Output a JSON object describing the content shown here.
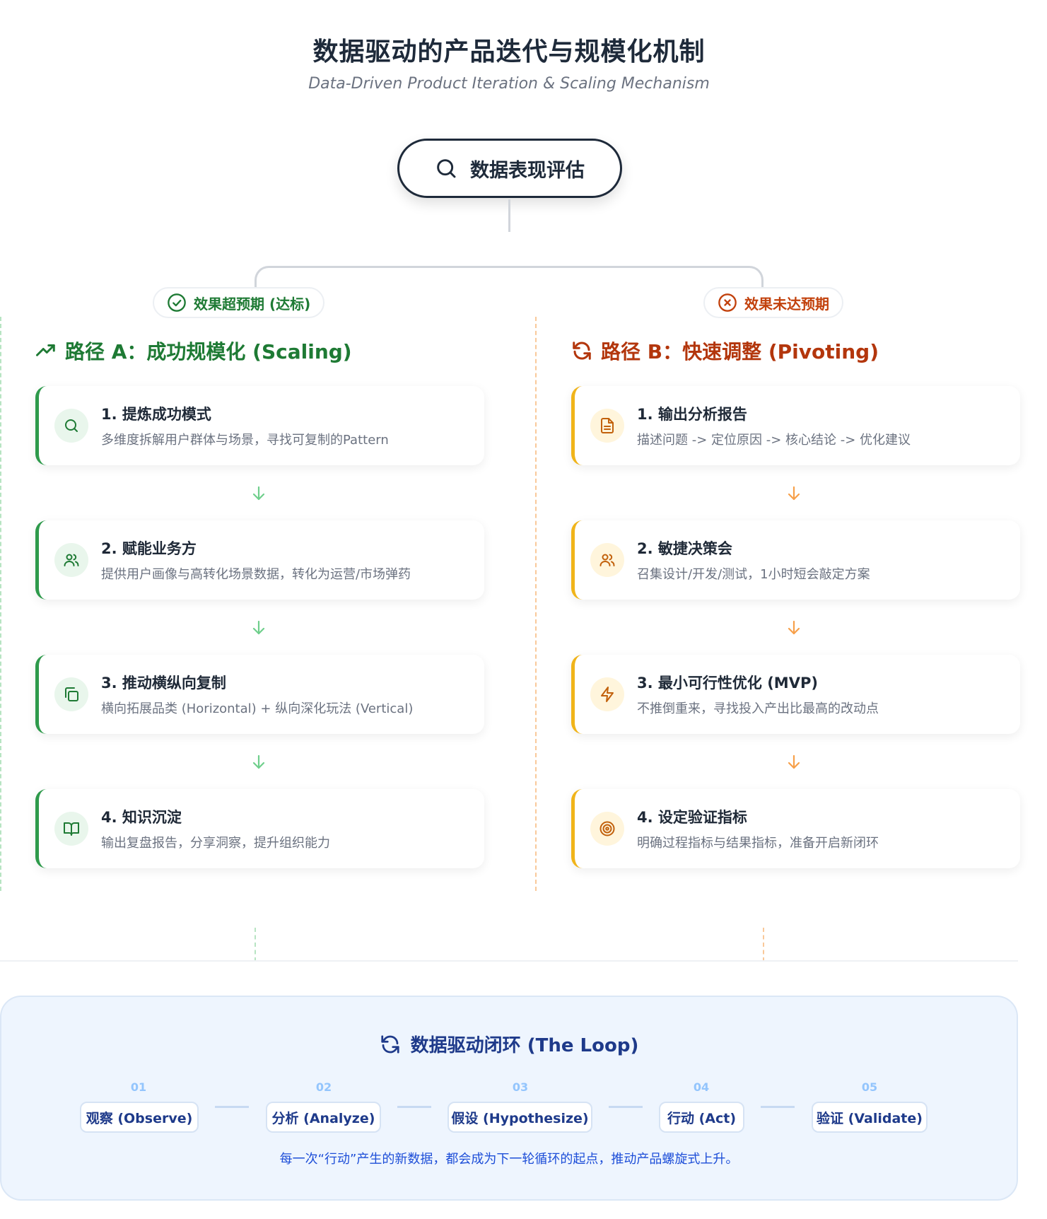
{
  "header": {
    "title": "数据驱动的产品迭代与规模化机制",
    "subtitle": "Data-Driven Product Iteration & Scaling Mechanism"
  },
  "root": {
    "label": "数据表现评估",
    "icon": "search-icon"
  },
  "colors": {
    "green": "#2e9a4b",
    "green_text": "#1e7a34",
    "orange": "#f0b41a",
    "orange_text": "#b3360c",
    "navy": "#1e2a3a",
    "blue": "#1e3a8a"
  },
  "path_a": {
    "badge": "效果超预期 (达标)",
    "badge_icon": "check-circle-icon",
    "title": "路径 A：成功规模化 (Scaling)",
    "title_icon": "trending-up-icon",
    "steps": [
      {
        "title": "1. 提炼成功模式",
        "desc": "多维度拆解用户群体与场景，寻找可复制的Pattern",
        "icon": "search-icon"
      },
      {
        "title": "2. 赋能业务方",
        "desc": "提供用户画像与高转化场景数据，转化为运营/市场弹药",
        "icon": "users-icon"
      },
      {
        "title": "3. 推动横纵向复制",
        "desc": "横向拓展品类 (Horizontal) + 纵向深化玩法 (Vertical)",
        "icon": "copy-icon"
      },
      {
        "title": "4. 知识沉淀",
        "desc": "输出复盘报告，分享洞察，提升组织能力",
        "icon": "book-open-icon"
      }
    ]
  },
  "path_b": {
    "badge": "效果未达预期",
    "badge_icon": "x-circle-icon",
    "title": "路径 B：快速调整 (Pivoting)",
    "title_icon": "refresh-icon",
    "steps": [
      {
        "title": "1. 输出分析报告",
        "desc": "描述问题 -> 定位原因 -> 核心结论 -> 优化建议",
        "icon": "file-text-icon"
      },
      {
        "title": "2. 敏捷决策会",
        "desc": "召集设计/开发/测试，1小时短会敲定方案",
        "icon": "users-icon"
      },
      {
        "title": "3. 最小可行性优化 (MVP)",
        "desc": "不推倒重来，寻找投入产出比最高的改动点",
        "icon": "zap-icon"
      },
      {
        "title": "4. 设定验证指标",
        "desc": "明确过程指标与结果指标，准备开启新闭环",
        "icon": "target-icon"
      }
    ]
  },
  "loop": {
    "title": "数据驱动闭环 (The Loop)",
    "title_icon": "refresh-icon",
    "steps": [
      {
        "num": "01",
        "label": "观察 (Observe)"
      },
      {
        "num": "02",
        "label": "分析 (Analyze)"
      },
      {
        "num": "03",
        "label": "假设 (Hypothesize)"
      },
      {
        "num": "04",
        "label": "行动 (Act)"
      },
      {
        "num": "05",
        "label": "验证 (Validate)"
      }
    ],
    "note": "每一次“行动”产生的新数据，都会成为下一轮循环的起点，推动产品螺旋式上升。"
  }
}
